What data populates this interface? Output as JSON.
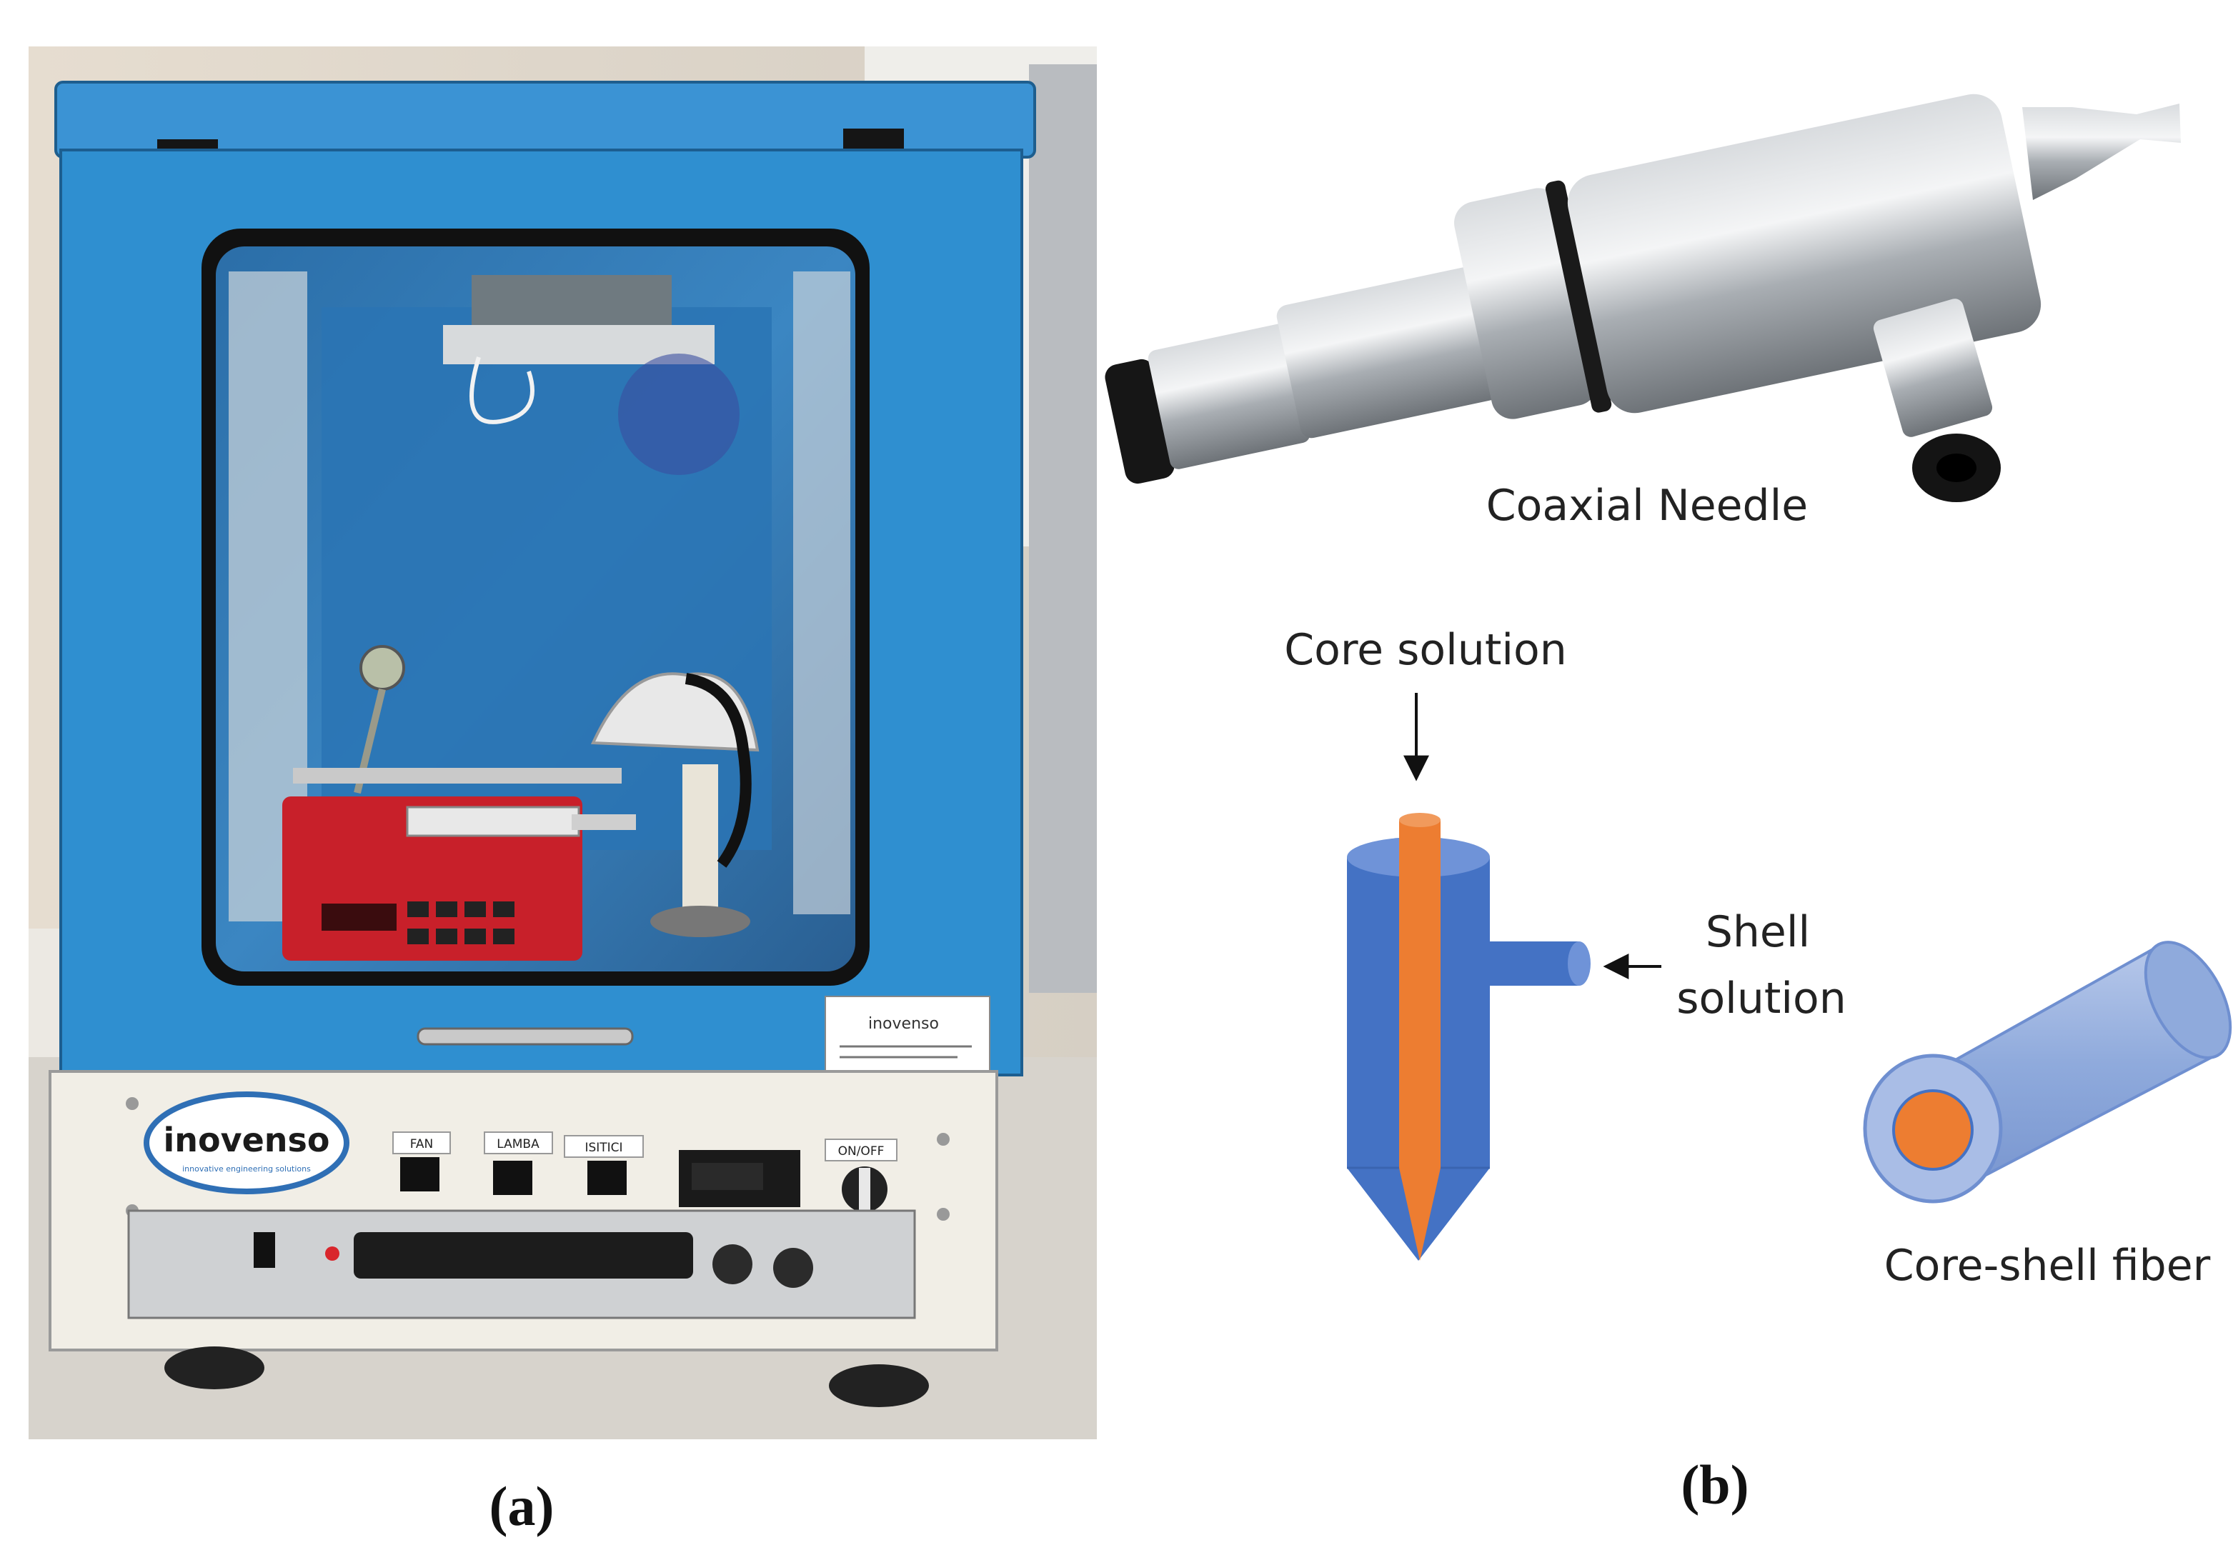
{
  "panel_a": {
    "label": "(a)",
    "brand": "inovenso",
    "tagline": "innovative engineering solutions",
    "buttons": [
      "FAN",
      "LAMBA",
      "ISITICI"
    ],
    "power_label": "ON/OFF",
    "sticker_brand": "inovenso"
  },
  "panel_b": {
    "label": "(b)",
    "needle_caption": "Coaxial Needle",
    "core_label": "Core solution",
    "shell_label_line1": "Shell",
    "shell_label_line2": "solution",
    "fiber_label": "Core-shell fiber"
  },
  "colors": {
    "cabinet_blue": "#2f8fd0",
    "core_orange": "#ed7d31",
    "shell_blue": "#4472c4",
    "fiber_blue": "#8faadc",
    "pump_red": "#c8202a"
  }
}
